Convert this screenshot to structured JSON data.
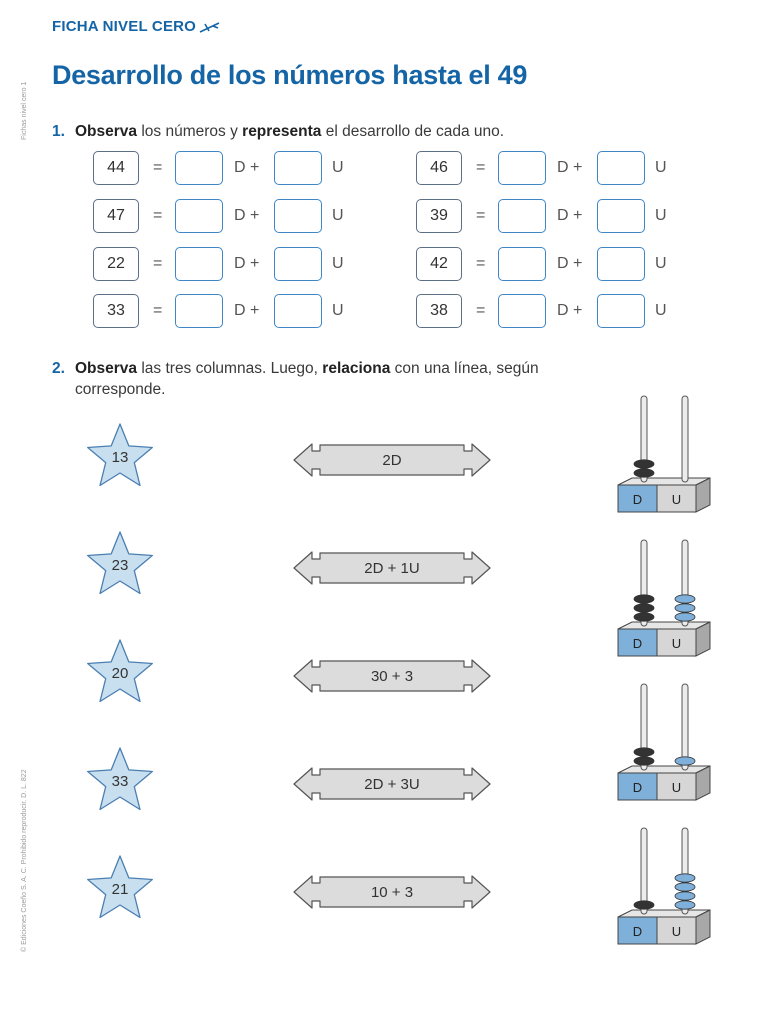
{
  "side_text_top": "Fichas nivel cero 1",
  "side_text_bottom": "© Ediciones Coeño S. A. C. Prohibido reproducir. D. L. 822",
  "header": "FICHA NIVEL CERO",
  "title": "Desarrollo de los números hasta el 49",
  "q1": {
    "number": "1.",
    "bold1": "Observa",
    "text1": " los números y ",
    "bold2": "representa",
    "text2": " el desarrollo de cada uno.",
    "eq_sign": "=",
    "d_label": "D +",
    "u_label": "U",
    "left_numbers": [
      "44",
      "47",
      "22",
      "33"
    ],
    "right_numbers": [
      "46",
      "39",
      "42",
      "38"
    ]
  },
  "q2": {
    "number": "2.",
    "bold1": "Observa",
    "text1": " las tres columnas. Luego, ",
    "bold2": "relaciona",
    "text2": " con una línea, según",
    "text3": "corresponde.",
    "stars": [
      "13",
      "23",
      "20",
      "33",
      "21"
    ],
    "arrows": [
      "2D",
      "2D + 1U",
      "30 + 3",
      "2D + 3U",
      "10 + 3"
    ],
    "abaci": [
      {
        "d": 2,
        "u": 0
      },
      {
        "d": 3,
        "u": 3
      },
      {
        "d": 2,
        "u": 1
      },
      {
        "d": 1,
        "u": 4
      }
    ],
    "abacus_d": "D",
    "abacus_u": "U"
  },
  "colors": {
    "brand": "#1565a6",
    "box_border": "#3f86c5",
    "star_fill": "#c8dff0",
    "bead_blue": "#7fb0d9",
    "bead_dark": "#333333"
  }
}
